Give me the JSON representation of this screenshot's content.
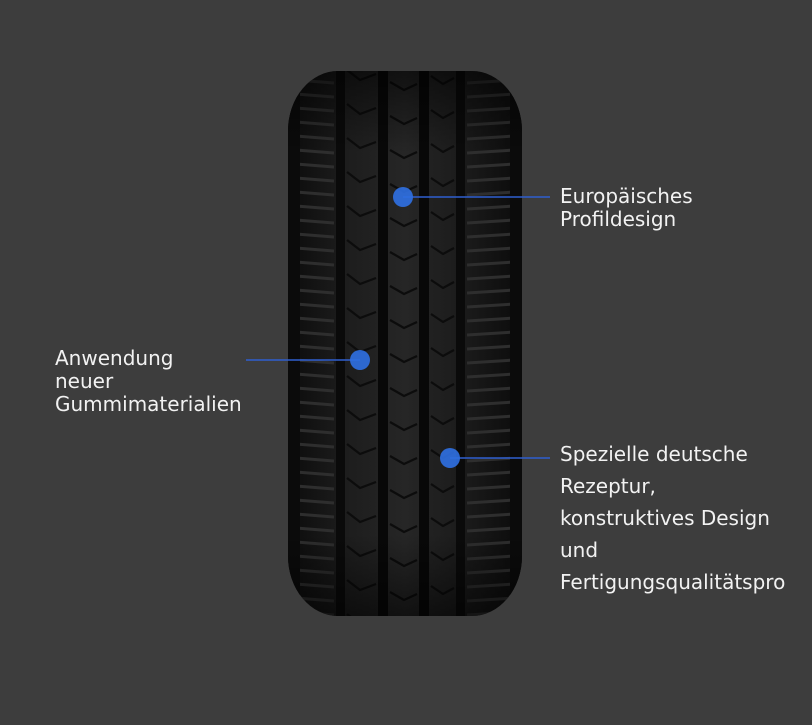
{
  "colors": {
    "background": "#3d3d3d",
    "tire": "#151515",
    "marker": "#2f6fe0",
    "leader_line": "#2f5fd0",
    "text": "#f2f2f2"
  },
  "callouts": [
    {
      "id": "europaeisches-profildesign",
      "text": "Europäisches\nProfildesign"
    },
    {
      "id": "neue-gummimaterialien",
      "text": "Anwendung\nneuer\nGummimaterialien"
    },
    {
      "id": "deutsche-rezeptur",
      "text": "Spezielle deutsche\nRezeptur,\nkonstruktives Design\nund\nFertigungsqualitätspro"
    }
  ]
}
